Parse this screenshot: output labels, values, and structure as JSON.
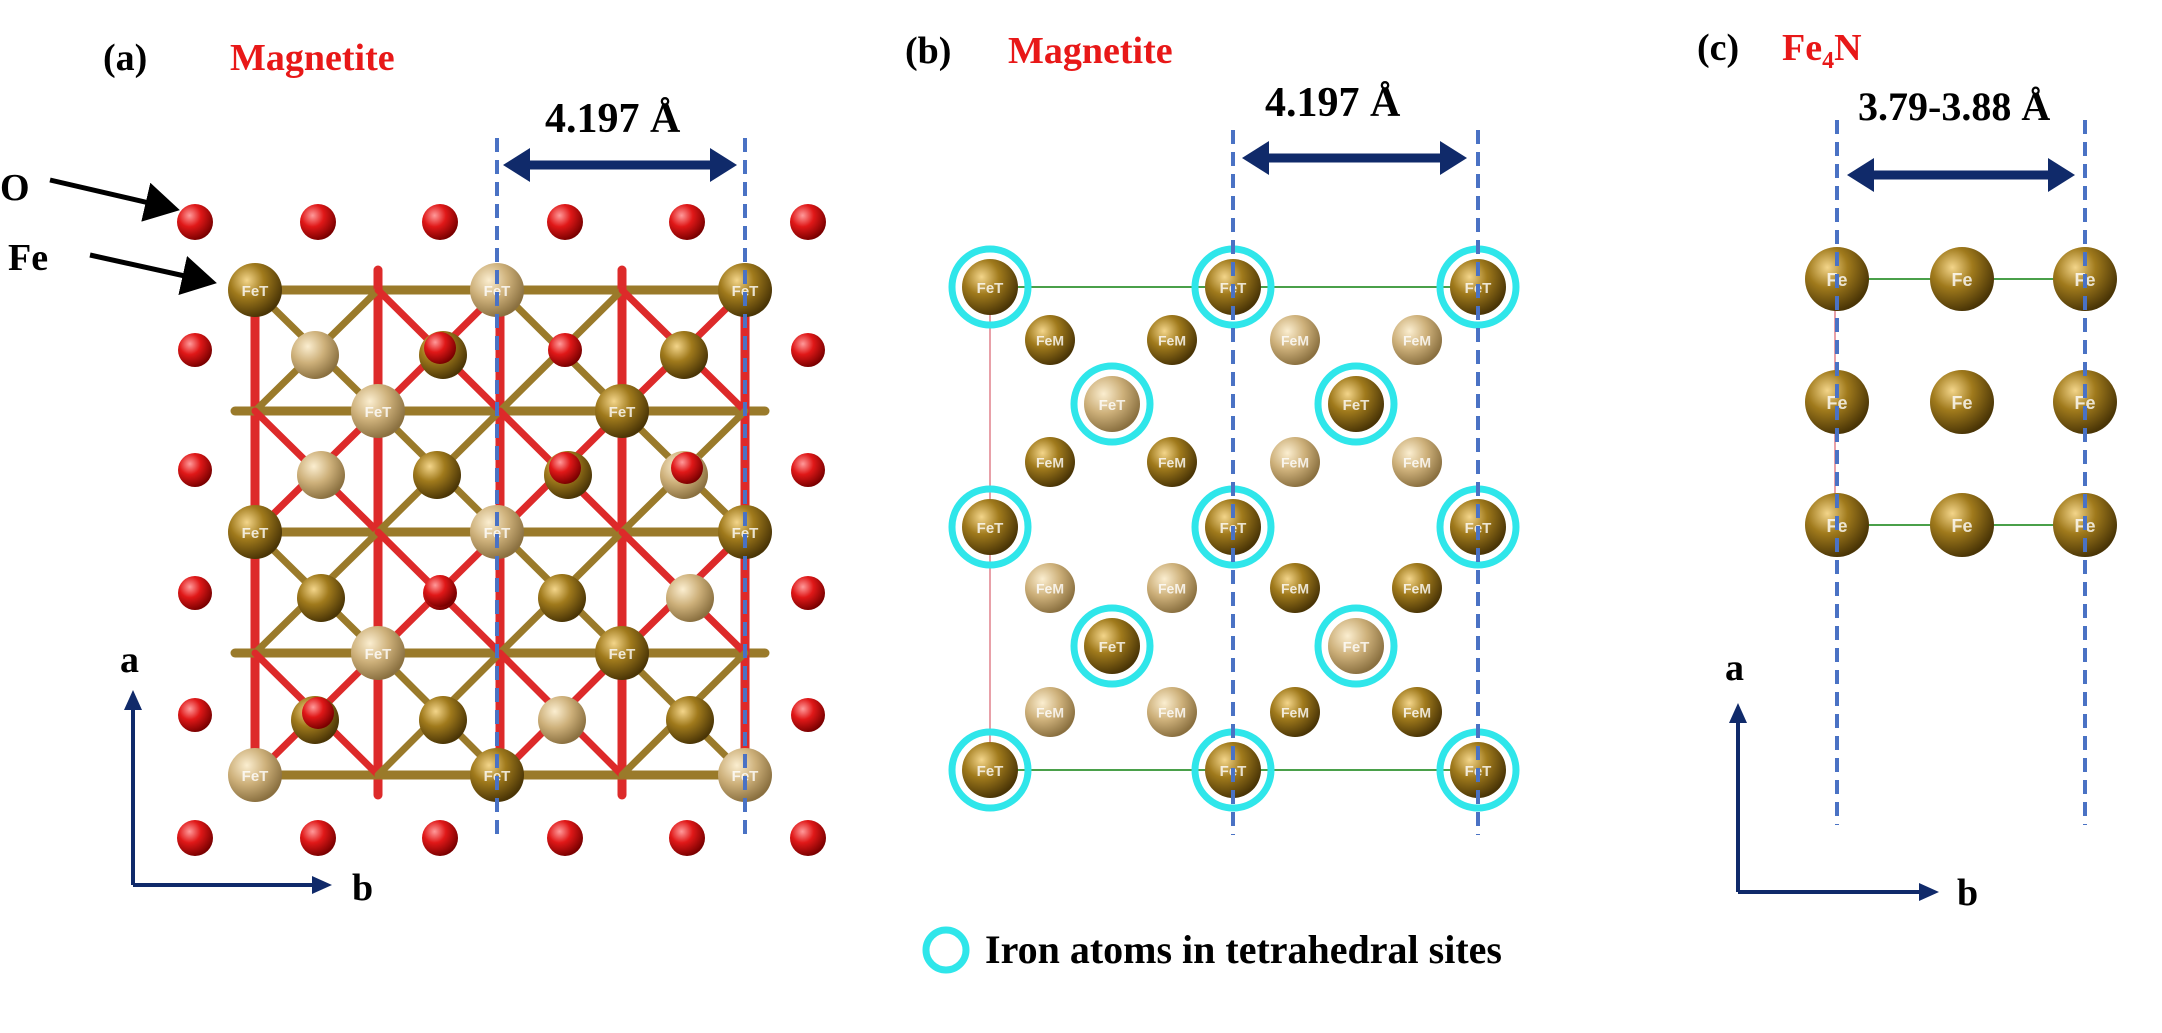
{
  "colors": {
    "oxygen": "#dc1414",
    "iron_dark": "#8a6a14",
    "iron_light": "#c6a768",
    "bond_red": "#dd2a2a",
    "bond_gold": "#9a7a2a",
    "dashed_line": "#4a72c4",
    "arrow": "#102a6a",
    "tetra_ring": "#2fe6ea",
    "title_red": "#e81818",
    "text": "#000000",
    "cell_green": "#4aa04a",
    "cell_pink": "#e8a0a8"
  },
  "panel_a": {
    "label": "(a)",
    "title": "Magnetite",
    "distance": "4.197 Å",
    "atom_o_label": "O",
    "atom_fe_label": "Fe",
    "axis_a": "a",
    "axis_b": "b",
    "fe_tetra_label": "FeT"
  },
  "panel_b": {
    "label": "(b)",
    "title": "Magnetite",
    "distance": "4.197 Å",
    "fe_tetra_label": "FeT",
    "fe_octa_label": "FeM"
  },
  "panel_c": {
    "label": "(c)",
    "title_main": "Fe",
    "title_sub": "4",
    "title_end": "N",
    "distance": "3.79-3.88 Å",
    "axis_a": "a",
    "axis_b": "b",
    "fe_label": "Fe"
  },
  "legend": {
    "text": "Iron atoms in tetrahedral sites",
    "icon": "cyan-ring-icon"
  }
}
